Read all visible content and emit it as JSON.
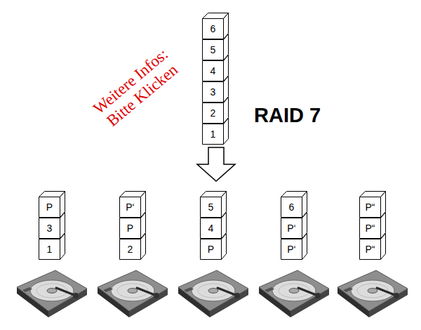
{
  "diagram": {
    "title": "RAID 7",
    "nodes": [
      {
        "text": [
          "6"
        ]
      },
      {
        "text": [
          "5"
        ]
      },
      {
        "text": [
          "4"
        ]
      },
      {
        "text": [
          "3"
        ]
      },
      {
        "text": [
          "2"
        ]
      },
      {
        "text": [
          "1"
        ]
      },
      {
        "text": [
          "P"
        ]
      },
      {
        "text": [
          "3"
        ]
      },
      {
        "text": [
          "1"
        ]
      },
      {
        "text": [
          "P‘"
        ]
      },
      {
        "text": [
          "P"
        ]
      },
      {
        "text": [
          "2"
        ]
      },
      {
        "text": [
          "5"
        ]
      },
      {
        "text": [
          "4"
        ]
      },
      {
        "text": [
          "P"
        ]
      },
      {
        "text": [
          "6"
        ]
      },
      {
        "text": [
          "P‘"
        ]
      },
      {
        "text": [
          "P‘"
        ]
      },
      {
        "text": [
          "P“"
        ]
      },
      {
        "text": [
          "P“"
        ]
      },
      {
        "text": [
          "P“"
        ]
      }
    ],
    "labels": [
      "Weitere Infos: Bitte Klicken"
    ]
  }
}
